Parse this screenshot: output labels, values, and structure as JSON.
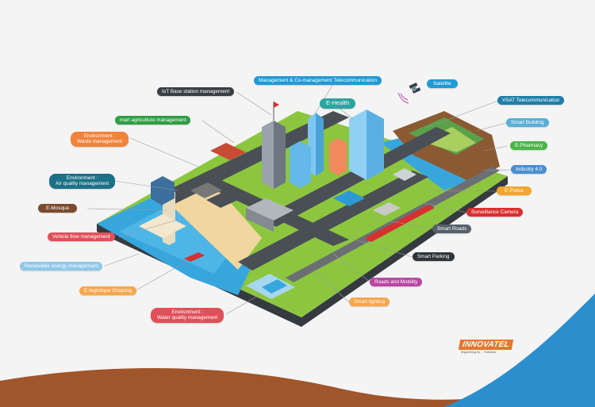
{
  "colors": {
    "background": "#f4f4f4",
    "ground_brown": "#a0552a",
    "ground_blue": "#2c8fcd",
    "grass": "#8cc63f",
    "road": "#4a4f55",
    "water": "#36a6dd",
    "brand_orange": "#e8762c"
  },
  "labels": {
    "iot_base": {
      "text": "IoT Base station management",
      "color": "#3a3f45"
    },
    "mgmt_telecom": {
      "text": "Management & Co-management Telecommunication",
      "color": "#1f9ad6"
    },
    "satellite": {
      "text": "Satellite",
      "color": "#1f9ad6"
    },
    "vsat": {
      "text": "VSAT Telecommunication",
      "color": "#1e7fa8"
    },
    "ehealth": {
      "text": "E-Health",
      "color": "#2aa5a0"
    },
    "smart_agri": {
      "text": "mart agriculture management",
      "color": "#2f9e44"
    },
    "smart_building": {
      "text": "Smart Building",
      "color": "#5aaed6"
    },
    "env_waste_1": {
      "text": "Environment :",
      "color": "#f0833a"
    },
    "env_waste_2": {
      "text": "Waste management"
    },
    "epharmacy": {
      "text": "E-Pharmacy",
      "color": "#49b649"
    },
    "industry40": {
      "text": "Industry 4.0",
      "color": "#4a8ecf"
    },
    "env_air_1": {
      "text": "Environment :",
      "color": "#1c7187"
    },
    "env_air_2": {
      "text": "Air quality management"
    },
    "epolice": {
      "text": "E-Police",
      "color": "#f2a62c"
    },
    "emosque": {
      "text": "E-Mosque",
      "color": "#7b4a2d"
    },
    "surveillance": {
      "text": "Surveillance Camera",
      "color": "#d8302f"
    },
    "vehicle_flow": {
      "text": "Vehicle flow management",
      "color": "#e0505a"
    },
    "smart_roads": {
      "text": "Smart Roads",
      "color": "#55606a"
    },
    "renewable": {
      "text": "Renewable energy management",
      "color": "#8fc8ea"
    },
    "smart_parking": {
      "text": "Smart Parking",
      "color": "#2f3438"
    },
    "elogistique": {
      "text": "E-logistique Shipping",
      "color": "#f7a64a"
    },
    "roads_mobility": {
      "text": "Roads and Mobility",
      "color": "#b847a3"
    },
    "env_water_1": {
      "text": "Environment :",
      "color": "#e0505a"
    },
    "env_water_2": {
      "text": "Water quality management"
    },
    "smart_lighting": {
      "text": "Smart lighting",
      "color": "#f7a64a"
    }
  },
  "logo": {
    "name": "INNOVATEL",
    "tagline": "Engineering for ... Solutions"
  }
}
